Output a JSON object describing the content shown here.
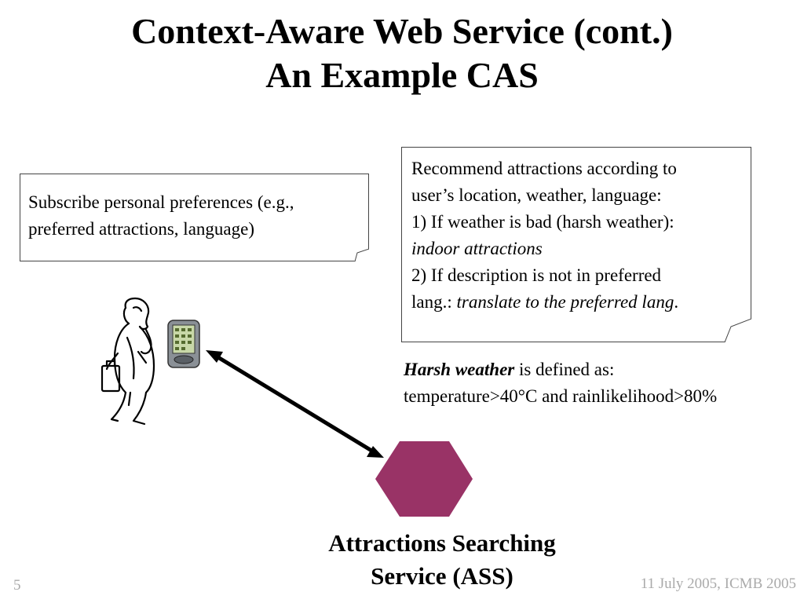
{
  "title": {
    "line1": "Context-Aware Web Service (cont.)",
    "line2": "An Example CAS"
  },
  "subscribe_note": {
    "line1": "Subscribe personal preferences (e.g.,",
    "line2": "preferred attractions, language)"
  },
  "recommend_note": {
    "line1": "Recommend attractions according to",
    "line2": "user’s location, weather, language:",
    "line3": "1) If weather is bad (harsh weather):",
    "line4": "indoor attractions",
    "line5": "2) If description is not in preferred",
    "line6_prefix": "lang.: ",
    "line6_italic": "translate to the preferred lang",
    "line6_suffix": "."
  },
  "harsh_weather": {
    "term": "Harsh weather",
    "rest": " is defined as:",
    "definition": "temperature>40°C and rainlikelihood>80%"
  },
  "service": {
    "line1": "Attractions Searching",
    "line2": "Service (ASS)",
    "color": "#993366"
  },
  "footer": {
    "slide_number": "5",
    "date_event": "11 July 2005, ICMB 2005"
  },
  "icons": {
    "user": "walking-man-icon",
    "device": "pda-icon",
    "link": "double-arrow-icon",
    "service": "hexagon-icon"
  }
}
